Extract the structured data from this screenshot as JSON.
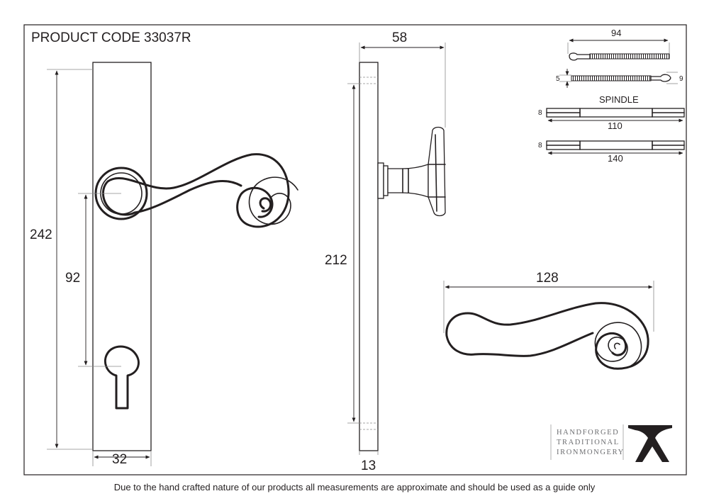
{
  "title": "PRODUCT CODE  33037R",
  "dimensions": {
    "plate_height": "242",
    "centres": "92",
    "plate_width": "32",
    "projection": "58",
    "side_height": "212",
    "thickness": "13",
    "lever_length": "128"
  },
  "spindle": {
    "label": "SPINDLE",
    "split_length": "94",
    "split_left": "5",
    "split_right": "9",
    "bar1_width": "8",
    "bar1_length": "110",
    "bar2_width": "8",
    "bar2_length": "140"
  },
  "logo": {
    "lines": [
      "HANDFORGED",
      "TRADITIONAL",
      "IRONMONGERY"
    ]
  },
  "disclaimer": "Due to the hand crafted nature of our products all measurements are approximate and should be used as a guide only"
}
